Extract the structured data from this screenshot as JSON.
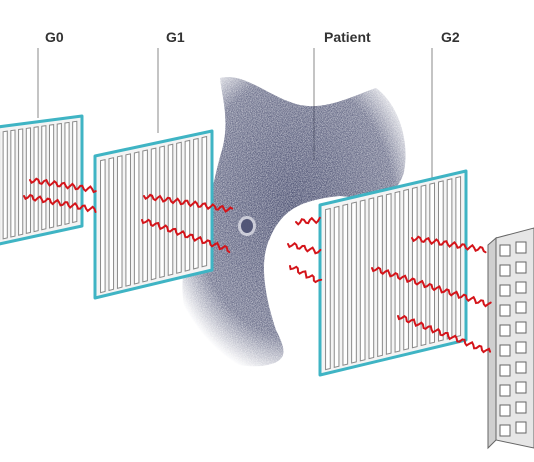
{
  "labels": {
    "g0": "G0",
    "g1": "G1",
    "patient": "Patient",
    "g2": "G2"
  },
  "colors": {
    "grating_outline": "#3fb4c4",
    "grating_fill": "#f4f4f4",
    "grating_bar": "#8a8a8a",
    "wave": "#d4141a",
    "patient": "#3d4266",
    "detector_fill": "#e6e6e6",
    "detector_edge": "#666666",
    "leader_line": "#888888"
  },
  "icons": {
    "patient": "breast-stipple-icon",
    "wave": "xray-wave-icon",
    "detector": "pixel-detector-icon"
  }
}
